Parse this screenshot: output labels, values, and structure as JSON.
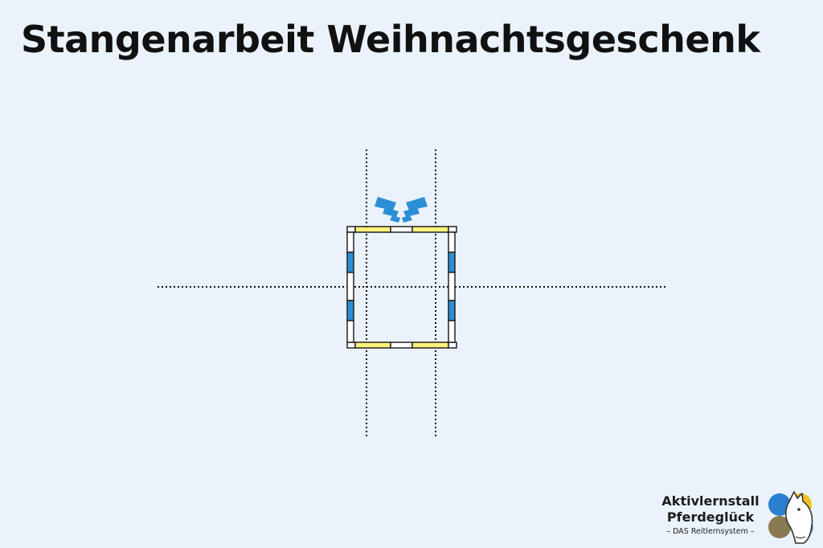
{
  "title": "Stangenarbeit Weihnachtsgeschenk",
  "logo": {
    "line1": "Aktivlernstall",
    "line2": "Pferdeglück",
    "tagline": "– DAS Reitlernsystem –"
  },
  "colors": {
    "background": "#eaf3fb",
    "pole_blue": "#2b8fd6",
    "pole_yellow": "#fff27a",
    "pole_white": "#ffffff",
    "pole_outline": "#222222",
    "guide_line": "#111111",
    "arrow": "#2b8fd6",
    "logo_petals": [
      "#2b7fd0",
      "#f1c21b",
      "#8a7a52",
      "#5aa7df"
    ]
  },
  "icons": {
    "direction": "arrow-chevron-icon",
    "logo": "horse-clover-icon"
  }
}
